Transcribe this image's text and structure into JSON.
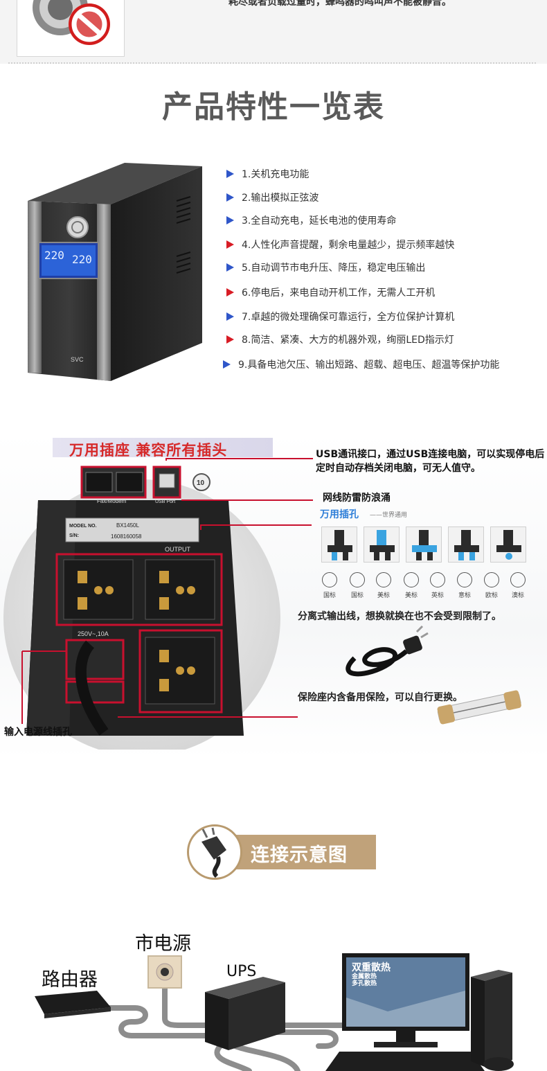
{
  "top": {
    "partial_text": "耗尽或者负载过量时，蜂鸣器的鸣叫声不能被静音。"
  },
  "features": {
    "title": "产品特性一览表",
    "items": [
      {
        "text": "1.关机充电功能",
        "marker": "blue"
      },
      {
        "text": "2.输出模拟正弦波",
        "marker": "blue"
      },
      {
        "text": "3.全自动充电，延长电池的使用寿命",
        "marker": "blue"
      },
      {
        "text": "4.人性化声音提醒，剩余电量越少，提示频率越快",
        "marker": "red"
      },
      {
        "text": "5.自动调节市电升压、降压，稳定电压输出",
        "marker": "blue"
      },
      {
        "text": "6.停电后，来电自动开机工作，无需人工开机",
        "marker": "red"
      },
      {
        "text": "7.卓越的微处理确保可靠运行，全方位保护计算机",
        "marker": "blue"
      },
      {
        "text": "8.简洁、紧凑、大方的机器外观，绚丽LED指示灯",
        "marker": "red"
      },
      {
        "text": "9.具备电池欠压、输出短路、超载、超电压、超温等保护功能",
        "marker": "blue"
      }
    ],
    "product": {
      "display_left": "220",
      "display_right": "220",
      "brand": "SVC"
    }
  },
  "ports": {
    "socket_title": "万用插座 兼容所有插头",
    "usb_desc": "USB通讯接口，通过USB连接电脑，可以实现停电后定时自动存档关闭电脑，可无人值守。",
    "surge_label": "网线防雷防浪涌",
    "universal_title": "万用插孔",
    "universal_sub": "——世界通用",
    "standards": [
      "国标",
      "国标",
      "美标",
      "美标",
      "英标",
      "意标",
      "欧标",
      "澳标"
    ],
    "cable_desc": "分离式输出线，想换就换在也不会受到限制了。",
    "fuse_desc": "保险座内含备用保险，可以自行更换。",
    "power_inlet_label": "输入电源线插孔",
    "panel": {
      "fax_label": "Fax/Modem",
      "usb_label": "USB Port",
      "model_label": "MODEL NO.",
      "model_value": "BX1450L",
      "sn_label": "S/N:",
      "sn_value": "1608160058",
      "output_label": "OUTPUT",
      "rating": "250V~,10A",
      "badge": "10"
    }
  },
  "connection": {
    "title": "连接示意图",
    "mains": "市电源",
    "router": "路由器",
    "ups": "UPS",
    "monitor_title": "双重散热",
    "monitor_line1": "金属散热",
    "monitor_line2": "多孔散热"
  },
  "colors": {
    "blue_marker": "#2f56c9",
    "red_marker": "#d81c25",
    "callout_red": "#c8102e",
    "bar_tan": "#c0a27a"
  }
}
